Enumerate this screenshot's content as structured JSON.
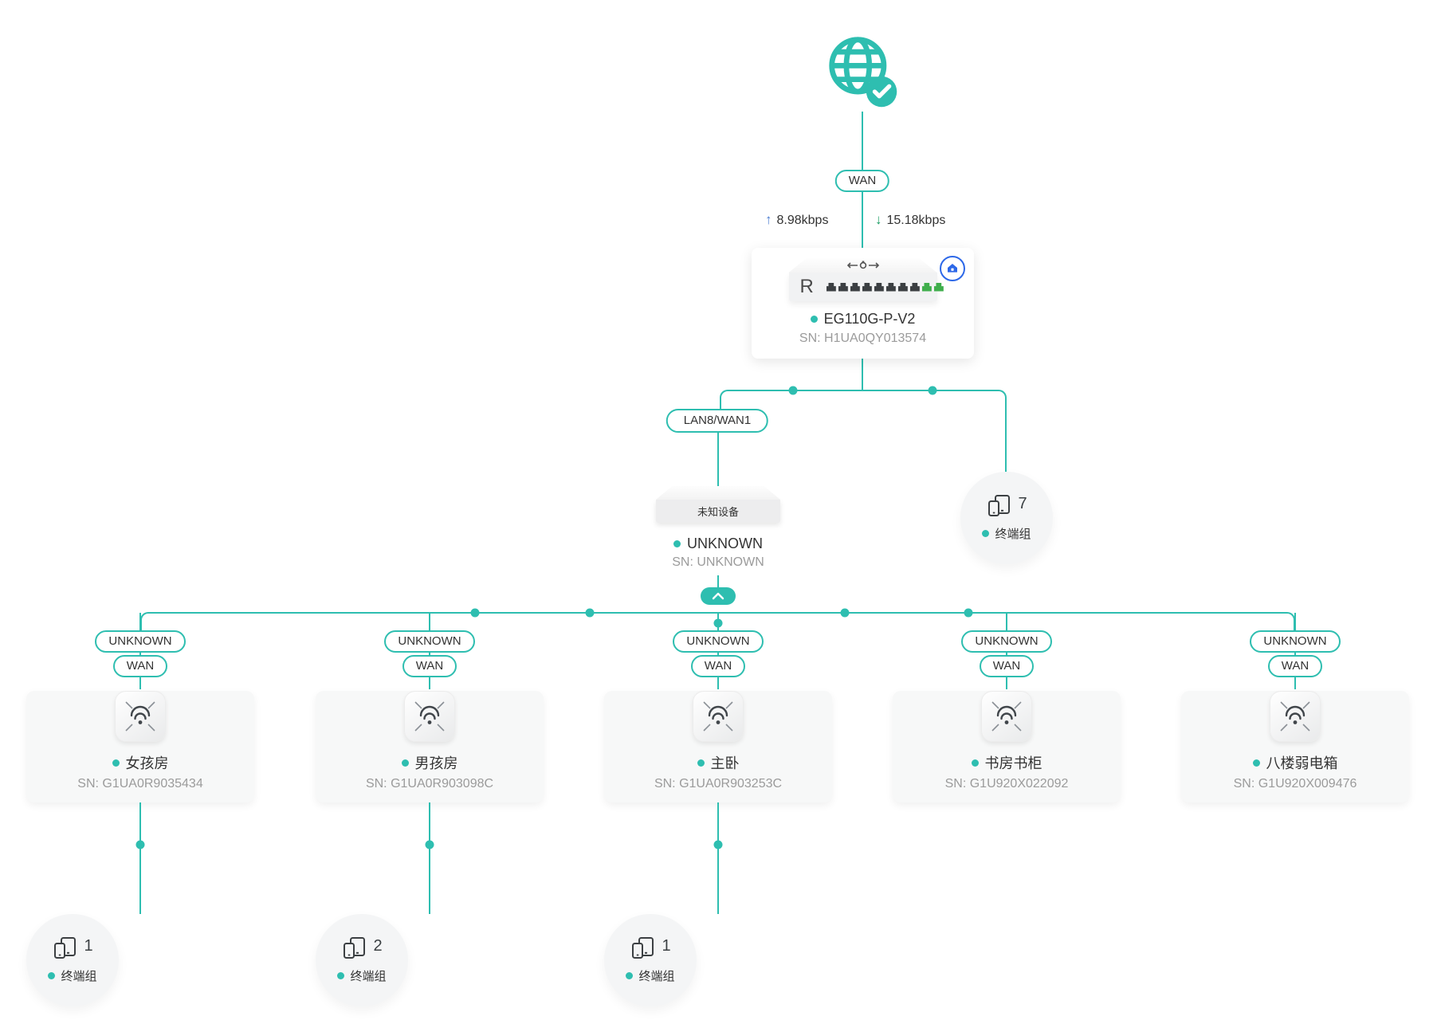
{
  "colors": {
    "accent_teal": "#2EBEB0",
    "port_green": "#3FAE4C",
    "home_badge_blue": "#2D68E8",
    "upload_arrow_blue": "#4A7BD0",
    "download_arrow_green": "#169B62",
    "text_dark": "#333333",
    "text_muted": "#9B9B9B"
  },
  "internet": {
    "wan_label": "WAN",
    "upload_arrow": "↑",
    "upload_speed": "8.98kbps",
    "download_arrow": "↓",
    "download_speed": "15.18kbps"
  },
  "router": {
    "name": "EG110G-P-V2",
    "sn": "SN: H1UA0QY013574",
    "panel_letter": "R",
    "ports_total": 10,
    "ports_green": 2
  },
  "switch": {
    "port_label": "LAN8/WAN1",
    "device_label": "未知设备",
    "name": "UNKNOWN",
    "sn": "SN: UNKNOWN"
  },
  "router_terminal_group": {
    "count": "7",
    "label": "终端组"
  },
  "branches": [
    {
      "uplink_label": "UNKNOWN",
      "port_label": "WAN",
      "name": "女孩房",
      "sn": "SN: G1UA0R9035434",
      "terminal_group": {
        "count": "1",
        "label": "终端组"
      }
    },
    {
      "uplink_label": "UNKNOWN",
      "port_label": "WAN",
      "name": "男孩房",
      "sn": "SN: G1UA0R903098C",
      "terminal_group": {
        "count": "2",
        "label": "终端组"
      }
    },
    {
      "uplink_label": "UNKNOWN",
      "port_label": "WAN",
      "name": "主卧",
      "sn": "SN: G1UA0R903253C",
      "terminal_group": {
        "count": "1",
        "label": "终端组"
      }
    },
    {
      "uplink_label": "UNKNOWN",
      "port_label": "WAN",
      "name": "书房书柜",
      "sn": "SN: G1U920X022092"
    },
    {
      "uplink_label": "UNKNOWN",
      "port_label": "WAN",
      "name": "八楼弱电箱",
      "sn": "SN: G1U920X009476"
    }
  ],
  "icons": {
    "internet": "globe-check-icon",
    "router_badge": "home-icon",
    "access_point": "wifi-icon",
    "terminal_group": "devices-icon",
    "collapse": "chevron-up-icon",
    "upload": "arrow-up-icon",
    "download": "arrow-down-icon"
  }
}
